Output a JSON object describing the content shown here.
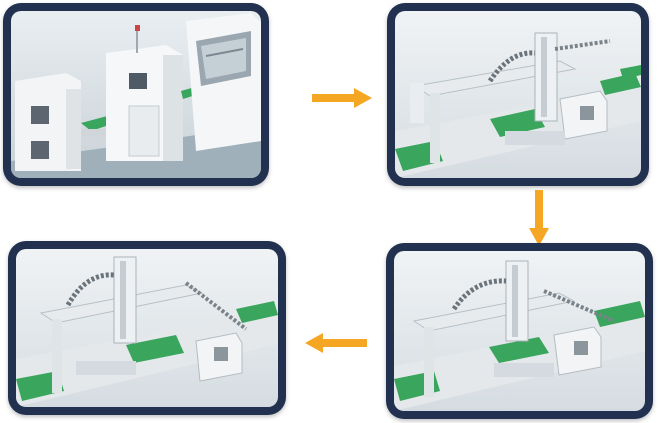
{
  "diagram": {
    "steps": [
      {
        "id": 1,
        "icon": "pcb-production-line-machines"
      },
      {
        "id": 2,
        "icon": "gantry-loader-picking-board"
      },
      {
        "id": 3,
        "icon": "gantry-loader-moving-board"
      },
      {
        "id": 4,
        "icon": "gantry-loader-placing-board"
      }
    ],
    "arrows": [
      {
        "from": 1,
        "to": 2,
        "direction": "right"
      },
      {
        "from": 2,
        "to": 3,
        "direction": "down"
      },
      {
        "from": 3,
        "to": 4,
        "direction": "left"
      }
    ],
    "colors": {
      "frame": "#233150",
      "arrow": "#f5a623",
      "pcb": "#35a35a",
      "machine": "#eef1f3"
    }
  }
}
